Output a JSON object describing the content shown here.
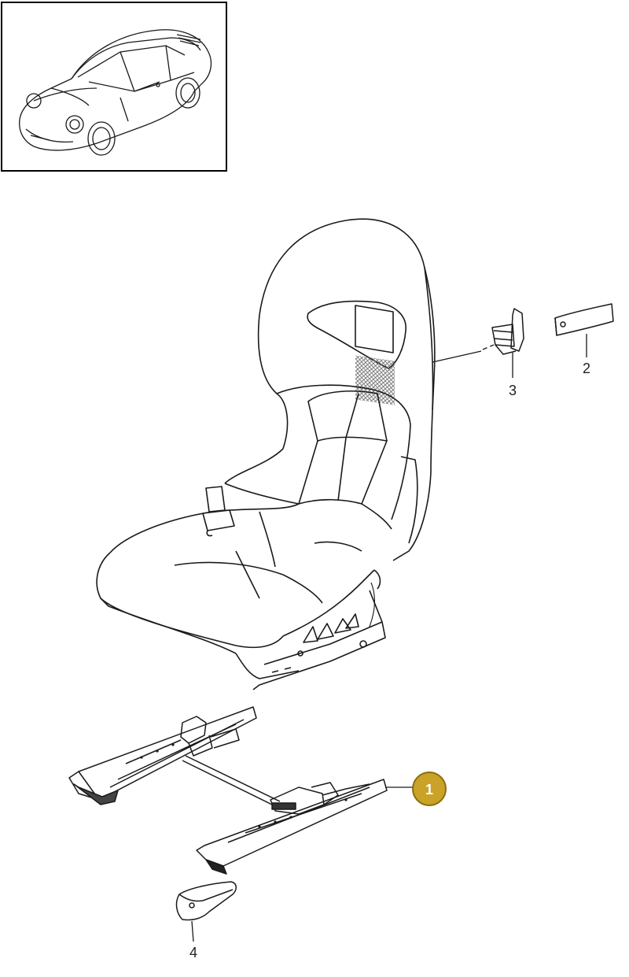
{
  "callouts": [
    {
      "id": "1",
      "label": "1",
      "highlighted": true
    },
    {
      "id": "2",
      "label": "2",
      "highlighted": false
    },
    {
      "id": "3",
      "label": "3",
      "highlighted": false
    },
    {
      "id": "4",
      "label": "4",
      "highlighted": false
    }
  ],
  "colors": {
    "line": "#1a1a1a",
    "highlight_fill": "#c9a227",
    "highlight_stroke": "#8a6d10",
    "mesh": "#6a6a6a"
  }
}
